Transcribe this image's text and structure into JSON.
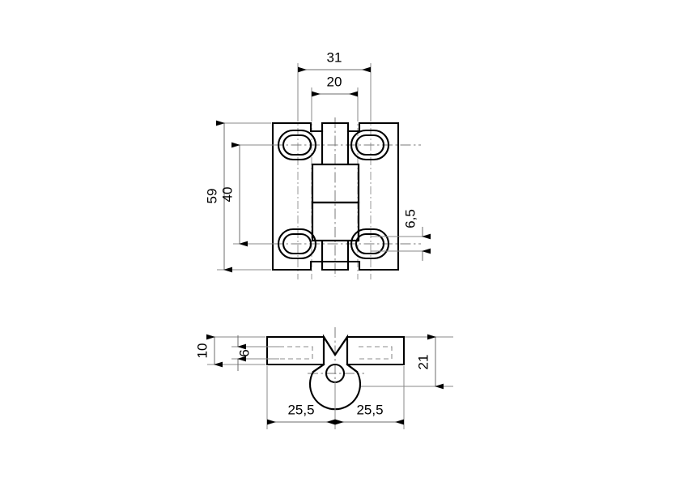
{
  "drawing": {
    "type": "engineering-drawing",
    "subject": "hinge",
    "background_color": "#ffffff",
    "line_color": "#000000",
    "dimension_color": "#6e6e6e",
    "hidden_line_color": "#8c8c8c",
    "views": [
      {
        "name": "front-view",
        "description": "Front view of hinge plate with four oval countersunk slots and central knuckle"
      },
      {
        "name": "side-view",
        "description": "Side view of hinge showing leaf thickness and pin barrel"
      }
    ]
  },
  "dimensions": {
    "front_view": {
      "overall_height": "59",
      "hole_spacing_vertical": "40",
      "overall_width_top": "31",
      "inner_width_top": "20",
      "edge_offset": "6,5"
    },
    "side_view": {
      "leaf_thickness": "10",
      "inner_thickness": "6",
      "barrel_height": "21",
      "leaf_length_left": "25,5",
      "leaf_length_right": "25,5"
    }
  },
  "labels": {
    "d59": "59",
    "d40": "40",
    "d31": "31",
    "d20": "20",
    "d65": "6,5",
    "d10": "10",
    "d6": "6",
    "d21": "21",
    "d255_left": "25,5",
    "d255_right": "25,5"
  }
}
